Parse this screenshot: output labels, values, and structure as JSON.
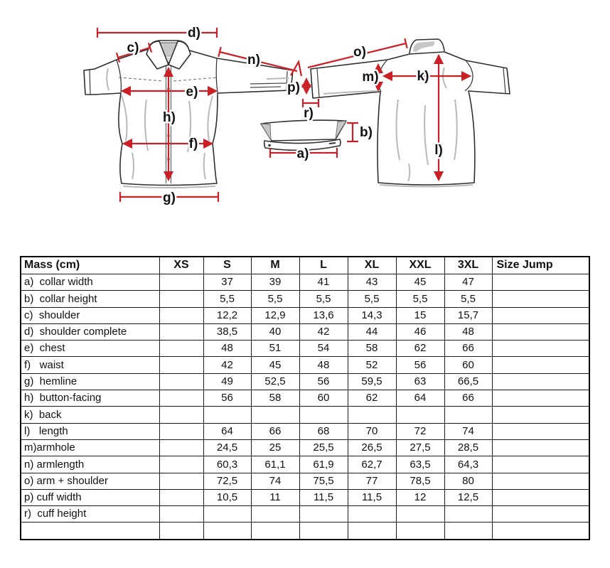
{
  "diagram": {
    "labels": {
      "a": "a)",
      "b": "b)",
      "c": "c)",
      "d": "d)",
      "e": "e)",
      "f": "f)",
      "g": "g)",
      "h": "h)",
      "k": "k)",
      "l": "l)",
      "m": "m)",
      "n": "n)",
      "o": "o)",
      "p": "p)",
      "r": "r)"
    },
    "colors": {
      "dimension_red": "#cb2026",
      "outline": "#2e2e2e",
      "shading_gray": "#b9b9b9"
    }
  },
  "table": {
    "header": [
      "Mass (cm)",
      "XS",
      "S",
      "M",
      "L",
      "XL",
      "XXL",
      "3XL",
      "Size Jump"
    ],
    "rows": [
      {
        "label": "a)  collar width",
        "values": [
          "",
          "37",
          "39",
          "41",
          "43",
          "45",
          "47",
          ""
        ]
      },
      {
        "label": "b)  collar height",
        "values": [
          "",
          "5,5",
          "5,5",
          "5,5",
          "5,5",
          "5,5",
          "5,5",
          ""
        ]
      },
      {
        "label": "c)  shoulder",
        "values": [
          "",
          "12,2",
          "12,9",
          "13,6",
          "14,3",
          "15",
          "15,7",
          ""
        ]
      },
      {
        "label": "d)  shoulder complete",
        "values": [
          "",
          "38,5",
          "40",
          "42",
          "44",
          "46",
          "48",
          ""
        ]
      },
      {
        "label": "e)  chest",
        "values": [
          "",
          "48",
          "51",
          "54",
          "58",
          "62",
          "66",
          ""
        ]
      },
      {
        "label": "f)   waist",
        "values": [
          "",
          "42",
          "45",
          "48",
          "52",
          "56",
          "60",
          ""
        ]
      },
      {
        "label": "g)  hemline",
        "values": [
          "",
          "49",
          "52,5",
          "56",
          "59,5",
          "63",
          "66,5",
          ""
        ]
      },
      {
        "label": "h)  button-facing",
        "values": [
          "",
          "56",
          "58",
          "60",
          "62",
          "64",
          "66",
          ""
        ]
      },
      {
        "label": "k)  back",
        "values": [
          "",
          "",
          "",
          "",
          "",
          "",
          "",
          ""
        ]
      },
      {
        "label": "l)   length",
        "values": [
          "",
          "64",
          "66",
          "68",
          "70",
          "72",
          "74",
          ""
        ]
      },
      {
        "label": "m)armhole",
        "values": [
          "",
          "24,5",
          "25",
          "25,5",
          "26,5",
          "27,5",
          "28,5",
          ""
        ]
      },
      {
        "label": "n) armlength",
        "values": [
          "",
          "60,3",
          "61,1",
          "61,9",
          "62,7",
          "63,5",
          "64,3",
          ""
        ]
      },
      {
        "label": "o) arm + shoulder",
        "values": [
          "",
          "72,5",
          "74",
          "75,5",
          "77",
          "78,5",
          "80",
          ""
        ]
      },
      {
        "label": "p) cuff width",
        "values": [
          "",
          "10,5",
          "11",
          "11,5",
          "11,5",
          "12",
          "12,5",
          ""
        ]
      },
      {
        "label": "r)  cuff height",
        "values": [
          "",
          "",
          "",
          "",
          "",
          "",
          "",
          ""
        ]
      },
      {
        "label": "",
        "values": [
          "",
          "",
          "",
          "",
          "",
          "",
          "",
          ""
        ]
      }
    ]
  }
}
